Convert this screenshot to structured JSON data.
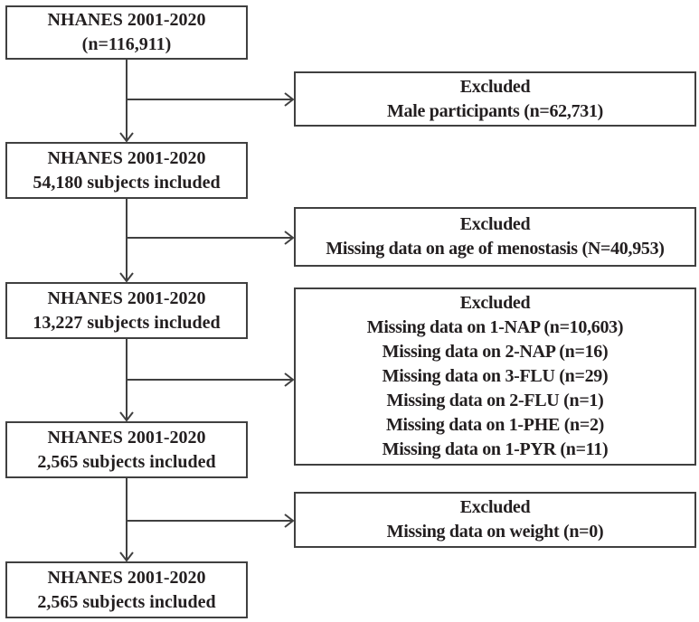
{
  "flowchart": {
    "left_boxes": [
      {
        "line1": "NHANES 2001-2020",
        "line2": "(n=116,911)"
      },
      {
        "line1": "NHANES 2001-2020",
        "line2": "54,180 subjects included"
      },
      {
        "line1": "NHANES 2001-2020",
        "line2": "13,227 subjects included"
      },
      {
        "line1": "NHANES 2001-2020",
        "line2": "2,565 subjects included"
      },
      {
        "line1": "NHANES 2001-2020",
        "line2": "2,565 subjects included"
      }
    ],
    "right_boxes": [
      {
        "title": "Excluded",
        "lines": [
          "Male participants (n=62,731)"
        ]
      },
      {
        "title": "Excluded",
        "lines": [
          "Missing data on age of menostasis (N=40,953)"
        ]
      },
      {
        "title": "Excluded",
        "lines": [
          "Missing data on 1-NAP (n=10,603)",
          "Missing data on 2-NAP (n=16)",
          "Missing data on 3-FLU (n=29)",
          "Missing data on 2-FLU (n=1)",
          "Missing data on 1-PHE (n=2)",
          "Missing data on 1-PYR (n=11)"
        ]
      },
      {
        "title": "Excluded",
        "lines": [
          "Missing data on weight (n=0)"
        ]
      }
    ],
    "colors": {
      "line": "#404040",
      "text": "#231f20",
      "background": "#ffffff"
    }
  }
}
